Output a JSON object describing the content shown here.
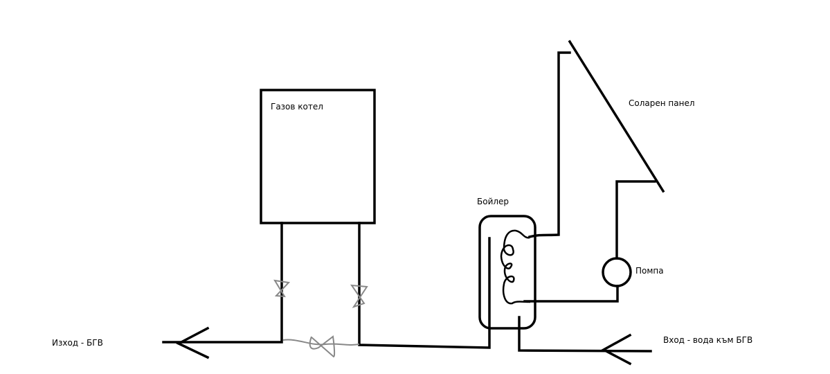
{
  "labels": {
    "gas_boiler": "Газов котел",
    "solar_panel": "Соларен панел",
    "boiler": "Бойлер",
    "pump": "Помпа",
    "output": "Изход - БГВ",
    "input": "Вход - вода към БГВ"
  },
  "colors": {
    "line": "#000000",
    "valve": "#888888"
  }
}
